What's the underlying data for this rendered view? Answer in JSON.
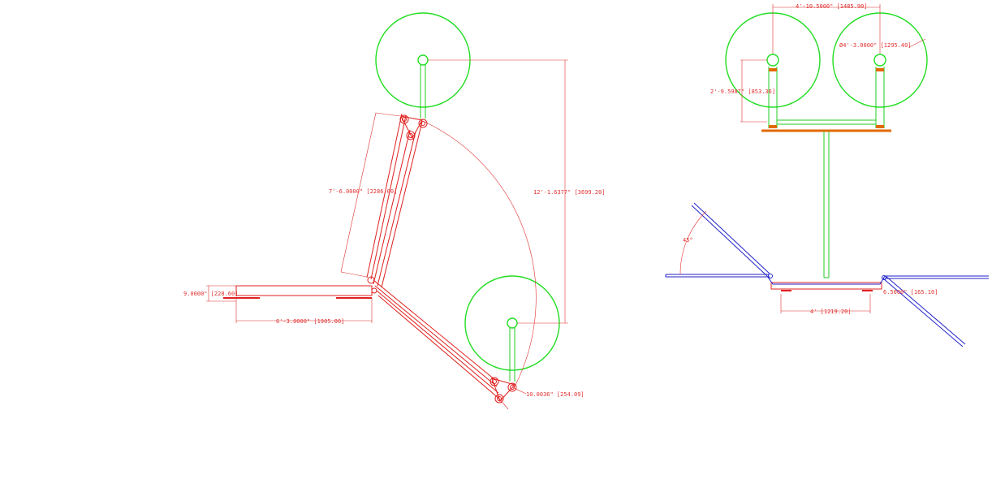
{
  "colors": {
    "linework": "#e02020",
    "dimension": "#e03030",
    "wheel": "#22dd22",
    "hinge_panel": "#2222cc",
    "plate": "#e06a00",
    "background": "#ffffff"
  },
  "side_view": {
    "dim_vertical_lift": "12'-1.6377\" [3699.20]",
    "dim_arm_length": "7'-6.0000\" [2286.00]",
    "dim_base_height": "9.0000\" [228.60]",
    "dim_base_length": "6'-3.0000\" [1905.00]",
    "dim_link_offset": "10.0036\" [254.09]"
  },
  "front_view": {
    "dim_wheel_spacing": "4'-10.5000\" [1485.90]",
    "dim_wheel_diameter": "Ø4'-3.0000\" [1295.40]",
    "dim_axle_height": "2'-9.5987\" [853.36]",
    "dim_angle": "45°",
    "dim_small_offset": "6.5000\" [165.10]",
    "dim_base_width": "4' [1219.20]"
  }
}
